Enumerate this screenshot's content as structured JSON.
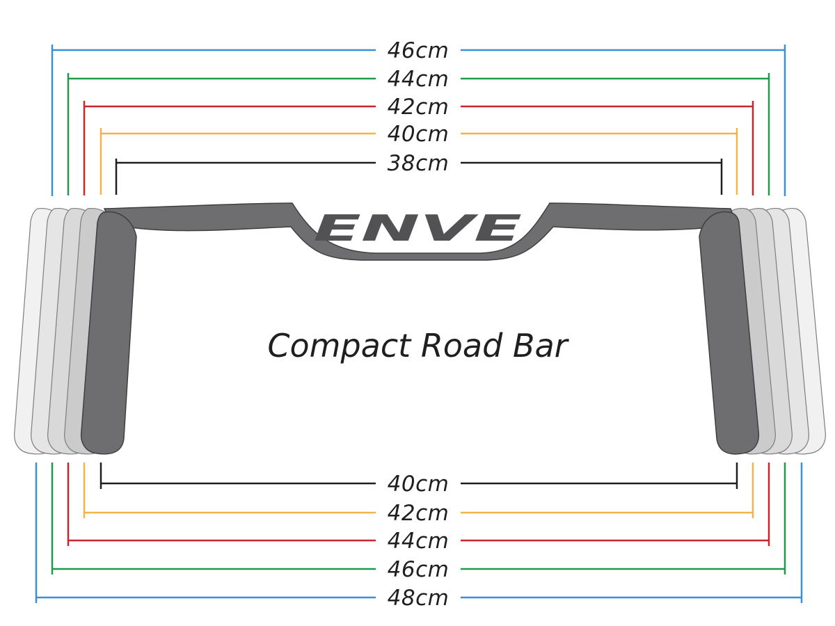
{
  "title": "Compact Road Bar",
  "logo_text": "ENVE",
  "top_dimensions": [
    {
      "label": "46cm",
      "color": "#3a8fd6"
    },
    {
      "label": "44cm",
      "color": "#1f9a4a"
    },
    {
      "label": "42cm",
      "color": "#c8262c"
    },
    {
      "label": "40cm",
      "color": "#f0b44a"
    },
    {
      "label": "38cm",
      "color": "#1f1f1f"
    }
  ],
  "bottom_dimensions": [
    {
      "label": "40cm",
      "color": "#1f1f1f"
    },
    {
      "label": "42cm",
      "color": "#f0b44a"
    },
    {
      "label": "44cm",
      "color": "#c8262c"
    },
    {
      "label": "46cm",
      "color": "#1f9a4a"
    },
    {
      "label": "48cm",
      "color": "#3a8fd6"
    }
  ],
  "bar_colors": {
    "main": "#6e6e70",
    "main_outline": "#3f3f40",
    "logo": "#525254",
    "ghost_shades": [
      "#f1f1f1",
      "#e5e5e6",
      "#d9d9da",
      "#cbcbcc"
    ],
    "ghost_outline": "#7d7d7f"
  }
}
